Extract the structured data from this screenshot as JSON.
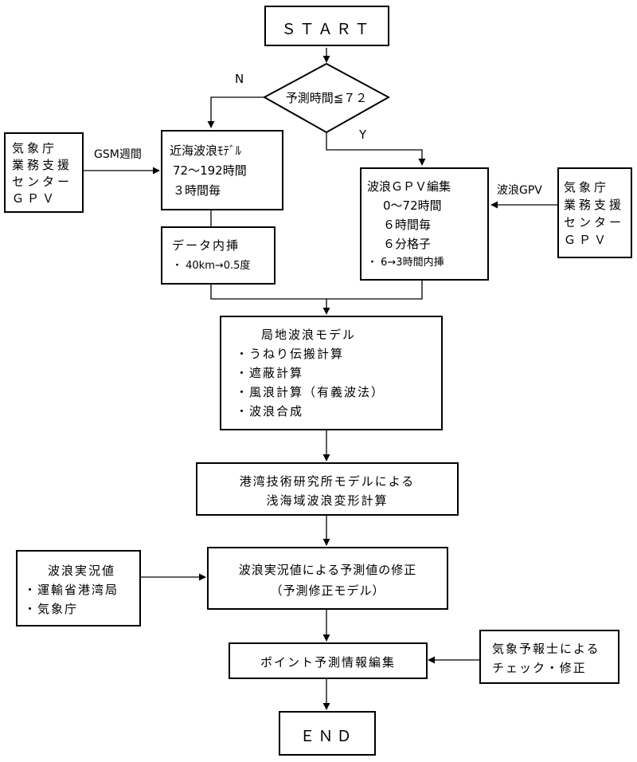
{
  "start": "ＳＴＡＲＴ",
  "end": "ＥＮＤ",
  "decision": "予測時間≦７２",
  "branch_no": "N",
  "branch_yes": "Y",
  "gpv_left": [
    "気象庁",
    "業務支援",
    "センター",
    "ＧＰＶ"
  ],
  "gpv_right": [
    "気象庁",
    "業務支援",
    "センター",
    "ＧＰＶ"
  ],
  "label_gsm": "GSM週間",
  "label_wave_gpv": "波浪GPV",
  "coastal_model": [
    "近海波浪ﾓﾃﾞﾙ",
    "72～192時間",
    "３時間毎"
  ],
  "data_interp": [
    "データ内挿",
    "・ 40km→0.5度"
  ],
  "wave_gpv_edit": [
    "波浪ＧＰＶ編集",
    "0～72時間",
    "６時間毎",
    "６分格子",
    "・ 6→3時間内挿"
  ],
  "local_model": [
    "局地波浪モデル",
    "・うねり伝搬計算",
    "・遮蔽計算",
    "・風浪計算（有義波法）",
    "・波浪合成"
  ],
  "harbor_model": [
    "港湾技術研究所モデルによる",
    "浅海域波浪変形計算"
  ],
  "observed": [
    "波浪実況値",
    "・運輸省港湾局",
    "・気象庁"
  ],
  "correction": [
    "波浪実況値による予測値の修正",
    "（予測修正モデル）"
  ],
  "forecaster_check": [
    "気象予報士による",
    "チェック・修正"
  ],
  "point_forecast": "ポイント予測情報編集"
}
